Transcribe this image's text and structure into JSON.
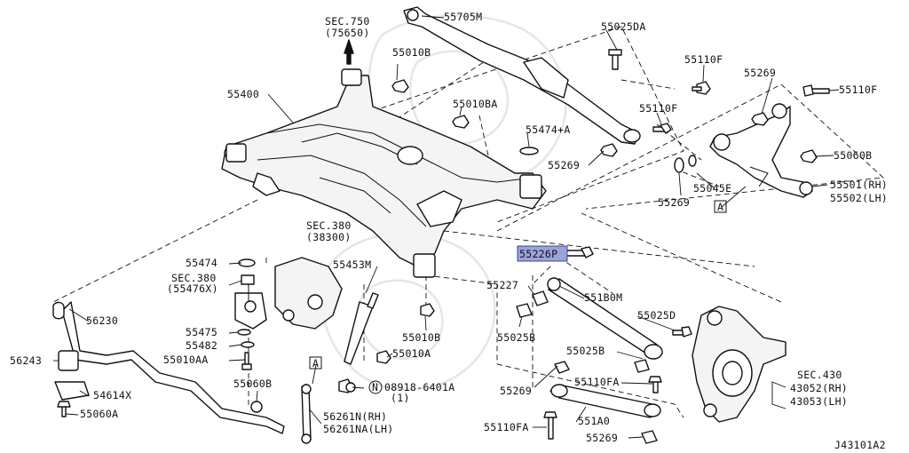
{
  "labels": {
    "sec750": "SEC.750",
    "sec750_ref": "(75650)",
    "p55705M": "55705M",
    "p55025DA": "55025DA",
    "p55010B_top": "55010B",
    "p55110F_top": "55110F",
    "p55269_top": "55269",
    "p55110F_right": "55110F",
    "p55400": "55400",
    "p55010BA": "55010BA",
    "p55110F_mid": "55110F",
    "p55474A": "55474+A",
    "p55269_mid": "55269",
    "p55060B_right": "55060B",
    "p55501": "55501(RH)",
    "p55502": "55502(LH)",
    "p55045E": "55045E",
    "p55269_c": "55269",
    "ref_A_right": "A",
    "sec380": "SEC.380",
    "sec380_ref": "(38300)",
    "p55226P": "55226P",
    "p55474": "55474",
    "p55453M": "55453M",
    "sec380b": "SEC.380",
    "sec380b_ref": "(55476X)",
    "p55227": "55227",
    "p551B0M": "551B0M",
    "p56230": "56230",
    "p55025D": "55025D",
    "p55025B_a": "55025B",
    "p55010B_low": "55010B",
    "p55475": "55475",
    "p55482": "55482",
    "p55010AA": "55010AA",
    "p55010A": "55010A",
    "p55025B_b": "55025B",
    "p56243": "56243",
    "p54614X": "54614X",
    "p55060B_low": "55060B",
    "ref_A_left": "A",
    "nut_N": "N",
    "p08918": "08918-6401A",
    "p08918_qty": "(1)",
    "p55269_low": "55269",
    "p55110FA_a": "55110FA",
    "sec430": "SEC.430",
    "p43052": "43052(RH)",
    "p43053": "43053(LH)",
    "p55060A": "55060A",
    "p56261N": "56261N(RH)",
    "p56261NA": "56261NA(LH)",
    "p551A0": "551A0",
    "p55110FA_b": "55110FA",
    "p55269_bottom": "55269",
    "drawing_id": "J43101A2"
  },
  "highlight": {
    "part": "55226P",
    "fill_color": "#9aa4d8"
  },
  "colors": {
    "line": "#111111",
    "watermark": "#e6e6e6",
    "background": "#ffffff"
  }
}
